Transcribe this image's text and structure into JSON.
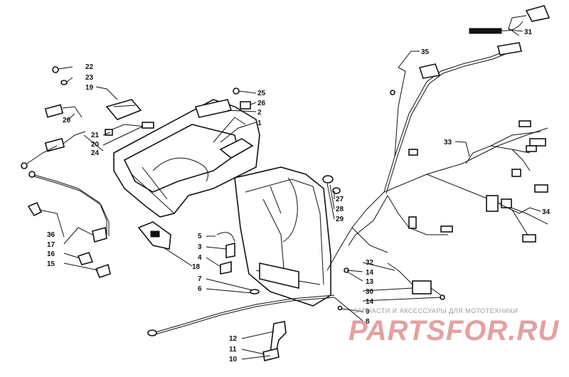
{
  "diagram": {
    "callouts": [
      "22",
      "23",
      "19",
      "20",
      "21",
      "20",
      "24",
      "25",
      "26",
      "2",
      "1",
      "36",
      "17",
      "16",
      "15",
      "5",
      "3",
      "4",
      "18",
      "7",
      "6",
      "31",
      "35",
      "33",
      "34",
      "27",
      "28",
      "29",
      "32",
      "14",
      "13",
      "30",
      "14",
      "9",
      "8",
      "12",
      "11",
      "10"
    ]
  },
  "watermark": {
    "caption": "ЗАПЧАСТИ И АКСЕССУАРЫ ДЛЯ МОТОТЕХНИКИ",
    "logo": "PARTSFOR.RU"
  },
  "colors": {
    "ink": "#111111",
    "watermark_logo": "#e3a1a1",
    "watermark_caption": "#9a9a9a"
  }
}
